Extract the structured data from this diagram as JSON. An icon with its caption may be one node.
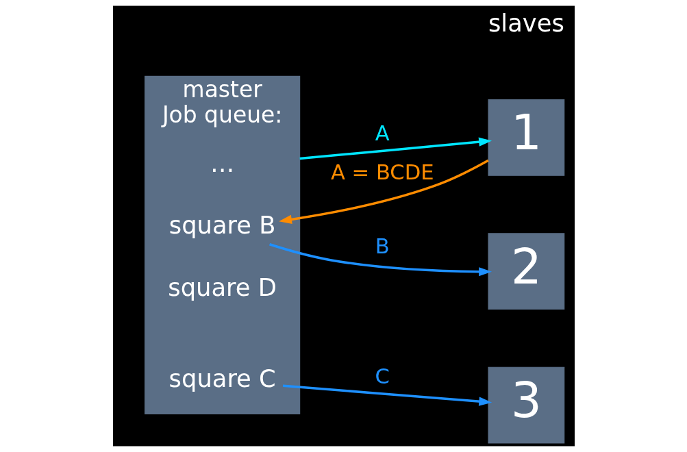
{
  "diagram": {
    "nodes": [
      {
        "text": [
          "master",
          "Job queue:"
        ]
      },
      {
        "text": [
          "square B"
        ],
        "in": 0
      },
      {
        "text": [
          "square C"
        ],
        "in": 0
      },
      {
        "text": [
          "square D"
        ],
        "in": 0
      },
      {
        "text": [
          "…"
        ],
        "in": 0
      },
      {
        "text": [
          "1"
        ]
      },
      {
        "text": [
          "2"
        ]
      },
      {
        "text": [
          "3"
        ]
      }
    ],
    "edges": [
      {
        "from": 0,
        "to": 5,
        "arrow": "to",
        "label": "A",
        "color": "#00e5ff"
      },
      {
        "from": 5,
        "to": 1,
        "arrow": "to",
        "label": "A = BCDE",
        "color": "#ff8c00"
      },
      {
        "from": 1,
        "to": 6,
        "arrow": "to",
        "label": "B"
      },
      {
        "from": 2,
        "to": 7,
        "arrow": "to",
        "label": "C"
      }
    ],
    "labels": [
      "slaves"
    ]
  }
}
